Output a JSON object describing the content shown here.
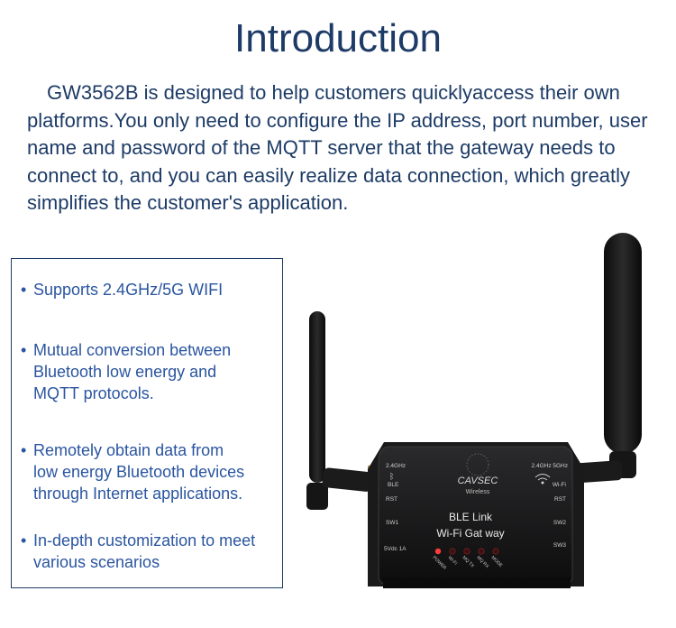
{
  "title": "Introduction",
  "intro_text": "GW3562B is designed to help customers quicklyaccess their own platforms.You only need to configure the IP address, port number, user name and password of the MQTT server that the gateway needs to connect to, and you can easily realize data connection, which greatly simplifies the customer's application.",
  "features": [
    "Supports 2.4GHz/5G WIFI",
    "Mutual conversion between\nBluetooth low energy and\nMQTT protocols.",
    "Remotely obtain data from\nlow energy Bluetooth devices\nthrough Internet applications.",
    "In-depth customization to meet\nvarious scenarios"
  ],
  "device": {
    "brand": "CAVSEC",
    "brand_sub": "Wireless",
    "product_line1": "BLE Link",
    "product_line2": "Wi-Fi Gat  way",
    "left_labels": [
      "2.4GHz",
      "BLE",
      "RST",
      "SW1",
      "5Vdc 1A"
    ],
    "right_labels": [
      "2.4GHz 5GHz",
      "Wi-Fi",
      "RST",
      "SW2",
      "SW3"
    ],
    "led_labels": [
      "POWER",
      "Wi-Fi",
      "MQ TX",
      "MQ RX",
      "MODE"
    ]
  }
}
